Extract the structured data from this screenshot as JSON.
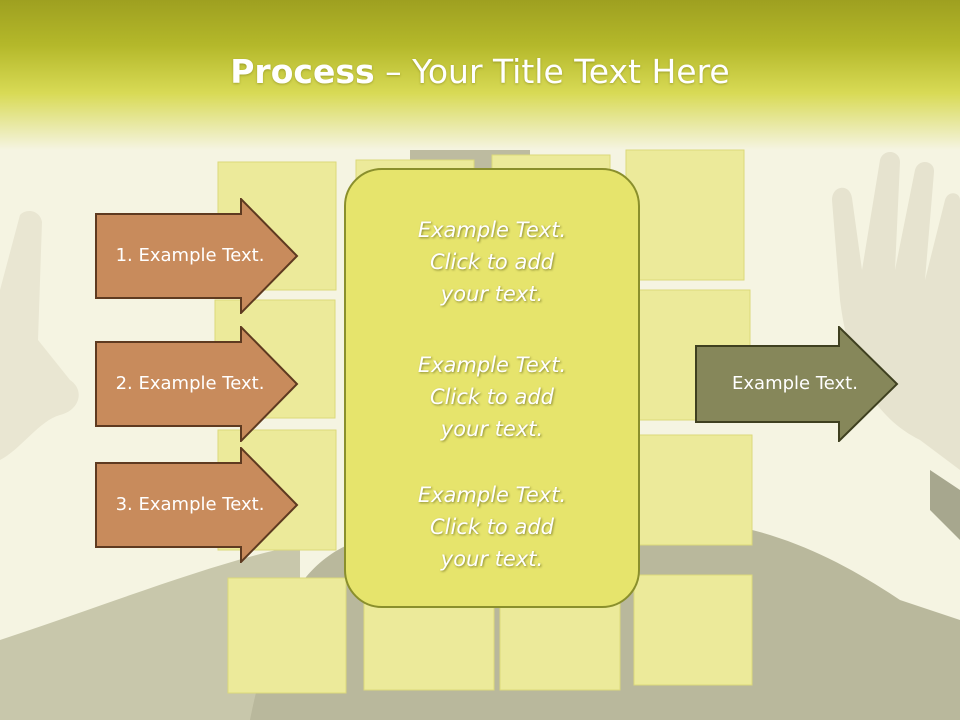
{
  "title": {
    "bold": "Process",
    "rest": " – Your Title Text Here"
  },
  "left_arrows": [
    {
      "label": "1. Example Text."
    },
    {
      "label": "2. Example Text."
    },
    {
      "label": "3. Example Text."
    }
  ],
  "center_blocks": [
    {
      "line1": "Example Text.",
      "line2": "Click  to add",
      "line3": "your text."
    },
    {
      "line1": "Example Text.",
      "line2": "Click  to add",
      "line3": "your text."
    },
    {
      "line1": "Example Text.",
      "line2": "Click  to add",
      "line3": "your text."
    }
  ],
  "right_arrow": {
    "label": "Example Text."
  },
  "colors": {
    "left_arrow_fill": "#c88b5c",
    "left_arrow_border": "#5e3a20",
    "center_fill": "#e6e46c",
    "right_arrow_fill": "#86875a",
    "header": "#b4b82a"
  }
}
